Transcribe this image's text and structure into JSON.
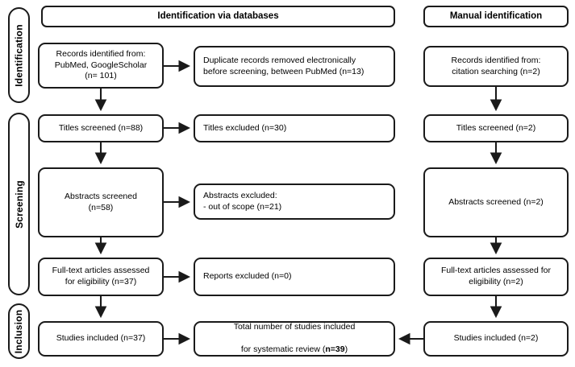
{
  "diagram": {
    "title": "PRISMA flow diagram",
    "stroke_color": "#1a1a1a",
    "background_color": "#ffffff"
  },
  "stages": [
    {
      "id": "identification",
      "label": "Identification"
    },
    {
      "id": "screening",
      "label": "Screening"
    },
    {
      "id": "inclusion",
      "label": "Inclusion"
    }
  ],
  "headers": {
    "databases": "Identification via databases",
    "manual": "Manual identification"
  },
  "database_column": [
    {
      "id": "records-identified",
      "text": "Records identified from:\nPubMed, GoogleScholar\n(n= 101)"
    },
    {
      "id": "titles-screened",
      "text": "Titles screened (n=88)"
    },
    {
      "id": "abstracts-screened",
      "text": "Abstracts screened\n(n=58)"
    },
    {
      "id": "full-text-assessed",
      "text": "Full-text articles assessed\nfor eligibility (n=37)"
    },
    {
      "id": "studies-included",
      "text": "Studies included (n=37)"
    }
  ],
  "exclusion_column": [
    {
      "id": "duplicates-removed",
      "text": "Duplicate records removed electronically\nbefore screening, between PubMed (n=13)"
    },
    {
      "id": "titles-excluded",
      "text": "Titles excluded  (n=30)"
    },
    {
      "id": "abstracts-excluded",
      "text": "Abstracts excluded:\n- out of scope (n=21)"
    },
    {
      "id": "reports-excluded",
      "text": "Reports excluded (n=0)"
    }
  ],
  "total_box": {
    "id": "total-included",
    "line1": "Total number of studies included",
    "line2_prefix": "for systematic review (",
    "line2_bold": "n=39",
    "line2_suffix": ")"
  },
  "manual_column": [
    {
      "id": "manual-records-identified",
      "text": "Records identified from:\ncitation searching  (n=2)"
    },
    {
      "id": "manual-titles-screened",
      "text": "Titles screened (n=2)"
    },
    {
      "id": "manual-abstracts-screened",
      "text": "Abstracts screened (n=2)"
    },
    {
      "id": "manual-full-text-assessed",
      "text": "Full-text articles  assessed for\neligibility (n=2)"
    },
    {
      "id": "manual-studies-included",
      "text": "Studies included (n=2)"
    }
  ],
  "counts": {
    "records_identified_databases": 101,
    "duplicates_removed": 13,
    "titles_screened": 88,
    "titles_excluded": 30,
    "abstracts_screened": 58,
    "abstracts_excluded_out_of_scope": 21,
    "full_text_assessed": 37,
    "reports_excluded": 0,
    "studies_included_databases": 37,
    "records_identified_citation": 2,
    "manual_titles_screened": 2,
    "manual_abstracts_screened": 2,
    "manual_full_text_assessed": 2,
    "manual_studies_included": 2,
    "total_included": 39
  }
}
